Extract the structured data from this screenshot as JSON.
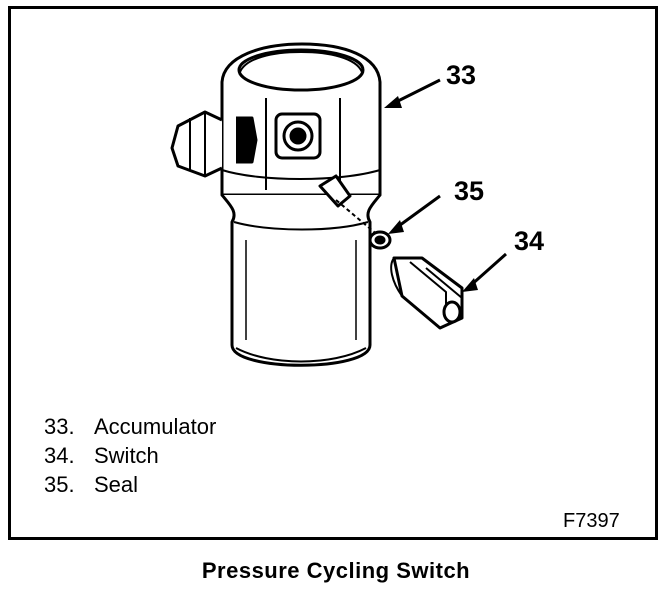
{
  "figure": {
    "callouts": {
      "accumulator": "33",
      "seal": "35",
      "switch": "34"
    },
    "legend": [
      {
        "num": "33.",
        "label": "Accumulator"
      },
      {
        "num": "34.",
        "label": "Switch"
      },
      {
        "num": "35.",
        "label": "Seal"
      }
    ],
    "code": "F7397",
    "caption": "Pressure Cycling Switch"
  }
}
